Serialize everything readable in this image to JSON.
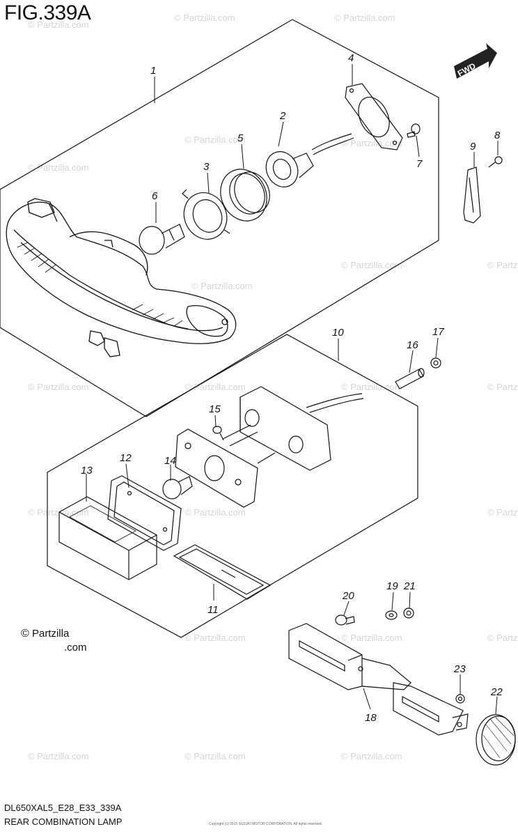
{
  "figure": {
    "title": "FIG.339A",
    "code": "DL650XAL5_E28_E33_339A",
    "name": "REAR COMBINATION LAMP",
    "fine_print": "Copyright (c) 2015 SUZUKI MOTOR CORPORATION. All rights reserved."
  },
  "copyright": {
    "symbol": "©",
    "line1": "Partzilla",
    "line2": ".com"
  },
  "watermark": "© Partzilla.com",
  "fwd_label": "FWD",
  "callouts": [
    "1",
    "2",
    "3",
    "4",
    "5",
    "6",
    "7",
    "8",
    "9",
    "10",
    "11",
    "12",
    "13",
    "14",
    "15",
    "16",
    "17",
    "18",
    "19",
    "20",
    "21",
    "22",
    "23"
  ],
  "colors": {
    "line": "#111111",
    "watermark": "#d5d5d5"
  }
}
